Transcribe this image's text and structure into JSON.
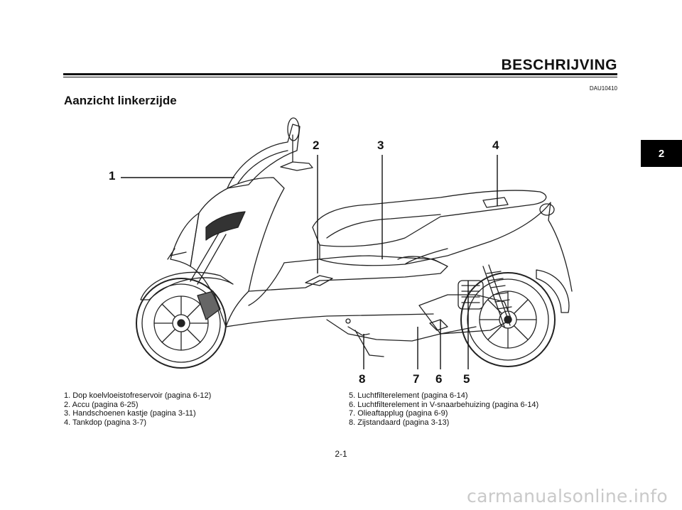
{
  "header": {
    "section_title": "BESCHRIJVING",
    "doc_code": "DAU10410"
  },
  "page_heading": "Aanzicht linkerzijde",
  "chapter_tab": "2",
  "callouts": [
    "1",
    "2",
    "3",
    "4",
    "5",
    "6",
    "7",
    "8"
  ],
  "captions": {
    "left": [
      "1. Dop koelvloeistofreservoir (pagina 6-12)",
      "2. Accu (pagina 6-25)",
      "3. Handschoenen kastje (pagina 3-11)",
      "4. Tankdop (pagina 3-7)"
    ],
    "right": [
      "5. Luchtfilterelement (pagina 6-14)",
      "6. Luchtfilterelement in V-snaarbehuizing (pagina 6-14)",
      "7. Olieaftapplug (pagina 6-9)",
      "8. Zijstandaard (pagina 3-13)"
    ]
  },
  "page_number": "2-1",
  "watermark": "carmanualsonline.info"
}
